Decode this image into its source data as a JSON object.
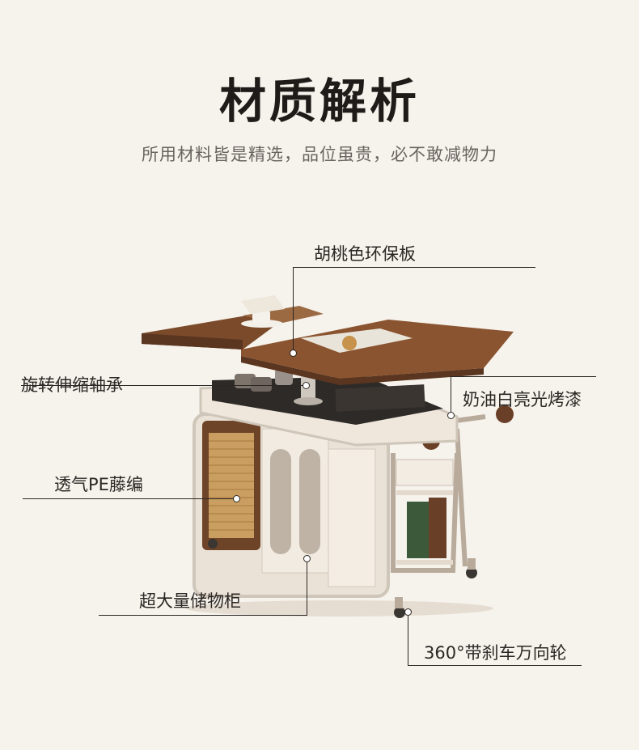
{
  "header": {
    "title": "材质解析",
    "subtitle": "所用材料皆是精选，品位虽贵，必不敢减物力"
  },
  "callouts": {
    "top_panel": "胡桃色环保板",
    "rotating_bearing": "旋转伸缩轴承",
    "cream_paint": "奶油白亮光烤漆",
    "rattan": "透气PE藤编",
    "storage": "超大量储物柜",
    "casters": "360°带刹车万向轮"
  },
  "colors": {
    "background": "#f6f2ec",
    "walnut": "#7a4a2a",
    "cream": "#efe6da",
    "frame": "#cfc6ba",
    "rattan": "#c79a5a"
  }
}
